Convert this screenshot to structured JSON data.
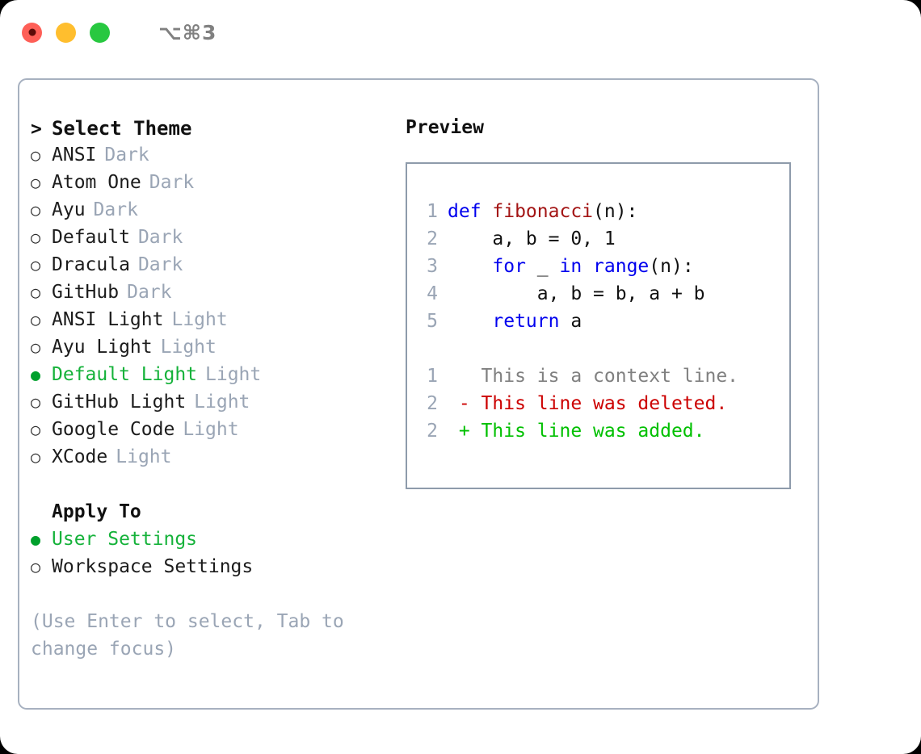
{
  "titlebar": {
    "shortcut": "⌥⌘3",
    "lights": [
      "close-red",
      "minimize-yellow",
      "maximize-green"
    ]
  },
  "left": {
    "header": {
      "marker": ">",
      "label": "Select Theme"
    },
    "themes": [
      {
        "marker": "○",
        "label": "ANSI",
        "badge": "Dark",
        "selected": false
      },
      {
        "marker": "○",
        "label": "Atom One",
        "badge": "Dark",
        "selected": false
      },
      {
        "marker": "○",
        "label": "Ayu",
        "badge": "Dark",
        "selected": false
      },
      {
        "marker": "○",
        "label": "Default",
        "badge": "Dark",
        "selected": false
      },
      {
        "marker": "○",
        "label": "Dracula",
        "badge": "Dark",
        "selected": false
      },
      {
        "marker": "○",
        "label": "GitHub",
        "badge": "Dark",
        "selected": false
      },
      {
        "marker": "○",
        "label": "ANSI Light",
        "badge": "Light",
        "selected": false
      },
      {
        "marker": "○",
        "label": "Ayu Light",
        "badge": "Light",
        "selected": false
      },
      {
        "marker": "●",
        "label": "Default Light",
        "badge": "Light",
        "selected": true
      },
      {
        "marker": "○",
        "label": "GitHub Light",
        "badge": "Light",
        "selected": false
      },
      {
        "marker": "○",
        "label": "Google Code",
        "badge": "Light",
        "selected": false
      },
      {
        "marker": "○",
        "label": "XCode",
        "badge": "Light",
        "selected": false
      }
    ],
    "apply_to": {
      "title": "Apply To",
      "options": [
        {
          "marker": "●",
          "label": "User Settings",
          "selected": true
        },
        {
          "marker": "○",
          "label": "Workspace Settings",
          "selected": false
        }
      ]
    },
    "hint": "(Use Enter to select, Tab to change focus)"
  },
  "right": {
    "title": "Preview",
    "code_lines": [
      {
        "no": "1",
        "tokens": [
          {
            "t": "def ",
            "c": "kw"
          },
          {
            "t": "fibonacci",
            "c": "fn"
          },
          {
            "t": "(n):",
            "c": "txt"
          }
        ]
      },
      {
        "no": "2",
        "tokens": [
          {
            "t": "    a, b = 0, 1",
            "c": "txt"
          }
        ]
      },
      {
        "no": "3",
        "tokens": [
          {
            "t": "    ",
            "c": "txt"
          },
          {
            "t": "for",
            "c": "kw"
          },
          {
            "t": " _ ",
            "c": "txt"
          },
          {
            "t": "in",
            "c": "kw"
          },
          {
            "t": " ",
            "c": "txt"
          },
          {
            "t": "range",
            "c": "bi"
          },
          {
            "t": "(n):",
            "c": "txt"
          }
        ]
      },
      {
        "no": "4",
        "tokens": [
          {
            "t": "        a, b = b, a + b",
            "c": "txt"
          }
        ]
      },
      {
        "no": "5",
        "tokens": [
          {
            "t": "    ",
            "c": "txt"
          },
          {
            "t": "return",
            "c": "kw"
          },
          {
            "t": " a",
            "c": "txt"
          }
        ]
      }
    ],
    "diff_lines": [
      {
        "no": "1",
        "sign": " ",
        "text": "This is a context line.",
        "c": "ctx"
      },
      {
        "no": "2",
        "sign": "-",
        "text": "This line was deleted.",
        "c": "del"
      },
      {
        "no": "2",
        "sign": "+",
        "text": "This line was added.",
        "c": "add"
      }
    ]
  },
  "colors": {
    "accent_green": "#15b23a",
    "badge_gray": "#9aa5b5",
    "border": "#a7b1c0",
    "preview_border": "#8e9bab",
    "keyword_blue": "#0000ee",
    "function_red": "#a31515",
    "diff_add": "#00c000",
    "diff_del": "#cc0000"
  }
}
